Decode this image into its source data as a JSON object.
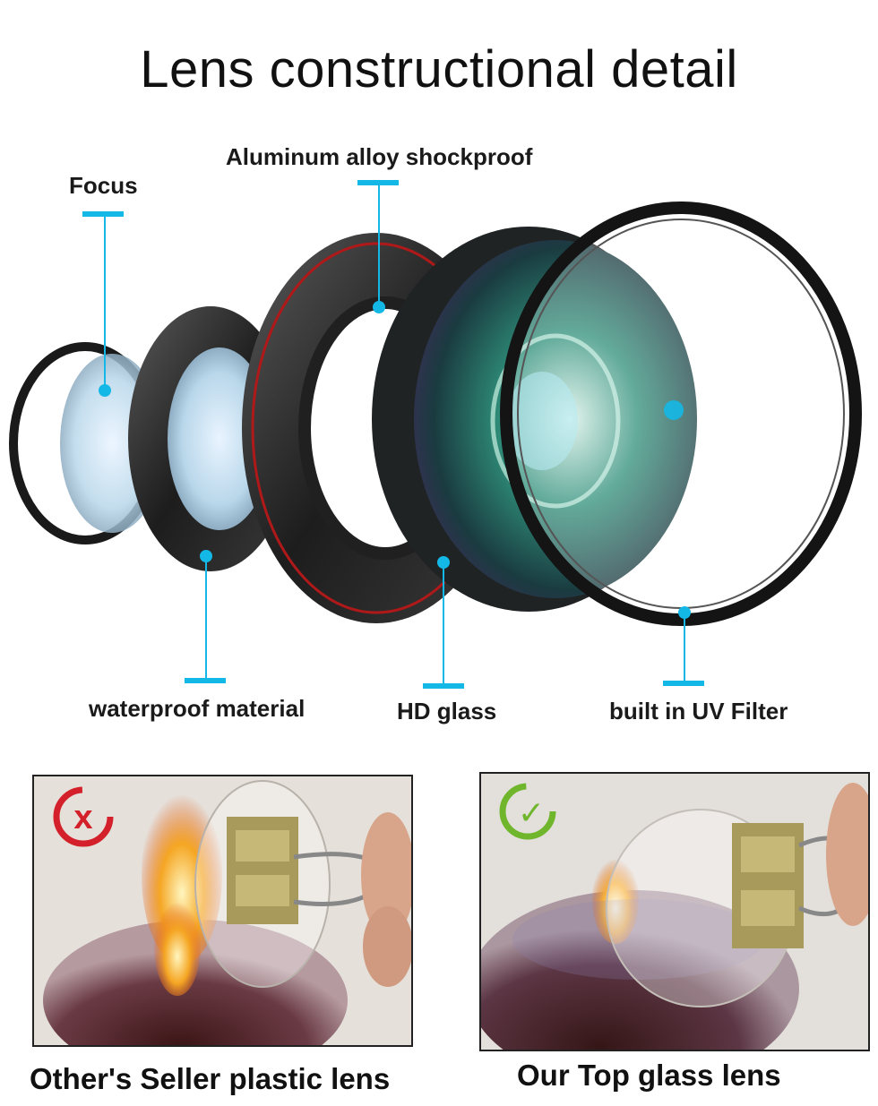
{
  "title": "Lens constructional detail",
  "labels": {
    "focus": "Focus",
    "aluminum": "Aluminum alloy shockproof",
    "waterproof": "waterproof material",
    "hd_glass": "HD glass",
    "uv_filter": "built in UV Filter"
  },
  "comparison": {
    "bad_caption": "Other's Seller plastic lens",
    "good_caption": "Our Top  glass lens",
    "bad_mark": "x",
    "good_mark": "✓"
  },
  "colors": {
    "accent": "#14b8e6",
    "bad": "#d3202a",
    "good": "#6fb62c"
  }
}
